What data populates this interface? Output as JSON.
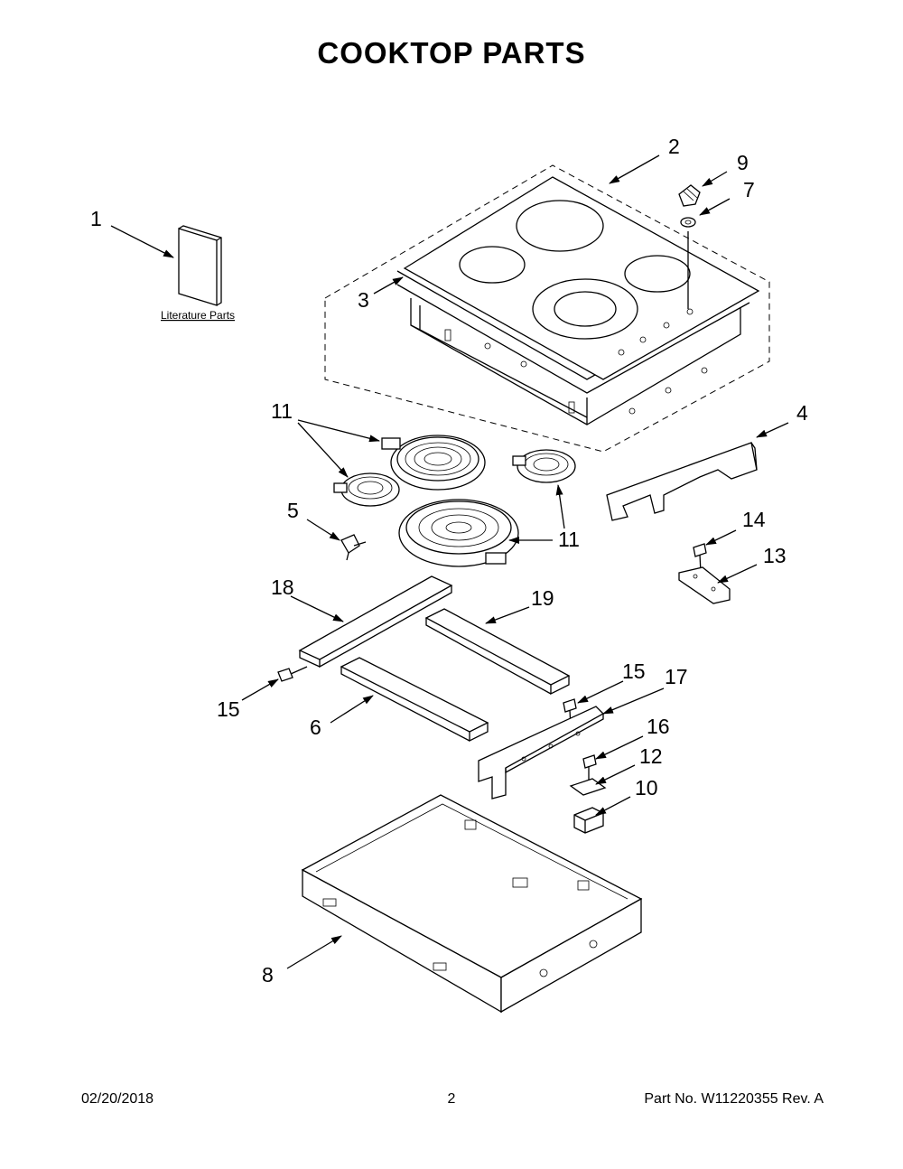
{
  "title": "COOKTOP PARTS",
  "literature_label": "Literature Parts",
  "callouts": {
    "c1": "1",
    "c2": "2",
    "c3": "3",
    "c4": "4",
    "c5": "5",
    "c6": "6",
    "c7": "7",
    "c8": "8",
    "c9": "9",
    "c10": "10",
    "c11a": "11",
    "c11b": "11",
    "c12": "12",
    "c13": "13",
    "c14": "14",
    "c15a": "15",
    "c15b": "15",
    "c16": "16",
    "c17": "17",
    "c18": "18",
    "c19": "19"
  },
  "footer": {
    "date": "02/20/2018",
    "page": "2",
    "part_number": "Part No.  W11220355  Rev.  A"
  }
}
